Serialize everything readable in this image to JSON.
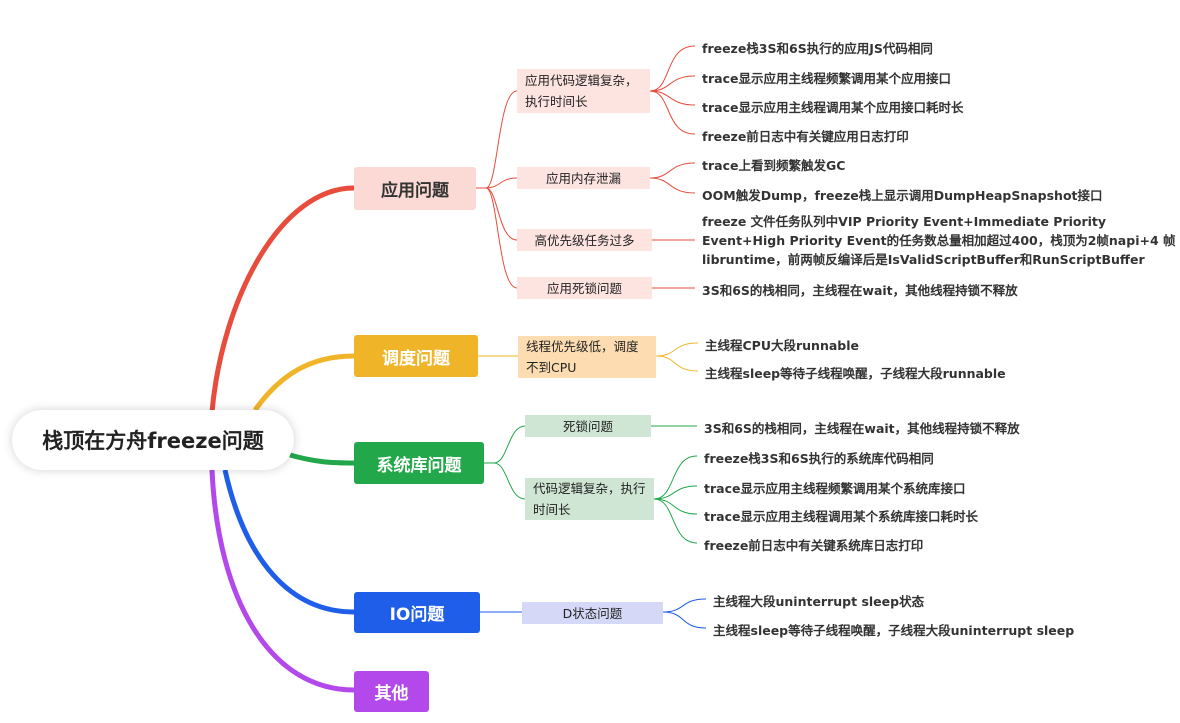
{
  "root": {
    "label": "栈顶在方舟freeze问题"
  },
  "colors": {
    "app": "#e74c3c",
    "sched": "#f0b429",
    "syslib": "#22a84a",
    "io": "#1f5ee8",
    "other": "#b349ea"
  },
  "categories": {
    "app": {
      "label": "应用问题",
      "subs": [
        {
          "label": "应用代码逻辑复杂，执行时间长",
          "leaves": [
            "freeze栈3S和6S执行的应用JS代码相同",
            "trace显示应用主线程频繁调用某个应用接口",
            "trace显示应用主线程调用某个应用接口耗时长",
            "freeze前日志中有关键应用日志打印"
          ]
        },
        {
          "label": "应用内存泄漏",
          "leaves": [
            "trace上看到频繁触发GC",
            "OOM触发Dump，freeze栈上显示调用DumpHeapSnapshot接口"
          ]
        },
        {
          "label": "高优先级任务过多",
          "leaves": [
            "freeze 文件任务队列中VIP Priority Event+Immediate Priority Event+High Priority Event的任务数总量相加超过400，栈顶为2帧napi+4 帧libruntime，前两帧反编译后是IsValidScriptBuffer和RunScriptBuffer"
          ]
        },
        {
          "label": "应用死锁问题",
          "leaves": [
            "3S和6S的栈相同，主线程在wait，其他线程持锁不释放"
          ]
        }
      ]
    },
    "sched": {
      "label": "调度问题",
      "subs": [
        {
          "label": "线程优先级低，调度不到CPU",
          "leaves": [
            "主线程CPU大段runnable",
            "主线程sleep等待子线程唤醒，子线程大段runnable"
          ]
        }
      ]
    },
    "syslib": {
      "label": "系统库问题",
      "subs": [
        {
          "label": "死锁问题",
          "leaves": [
            "3S和6S的栈相同，主线程在wait，其他线程持锁不释放"
          ]
        },
        {
          "label": "代码逻辑复杂，执行时间长",
          "leaves": [
            "freeze栈3S和6S执行的系统库代码相同",
            "trace显示应用主线程频繁调用某个系统库接口",
            "trace显示应用主线程调用某个系统库接口耗时长",
            "freeze前日志中有关键系统库日志打印"
          ]
        }
      ]
    },
    "io": {
      "label": "IO问题",
      "subs": [
        {
          "label": "D状态问题",
          "leaves": [
            "主线程大段uninterrupt sleep状态",
            "主线程sleep等待子线程唤醒，子线程大段uninterrupt sleep"
          ]
        }
      ]
    },
    "other": {
      "label": "其他"
    }
  }
}
